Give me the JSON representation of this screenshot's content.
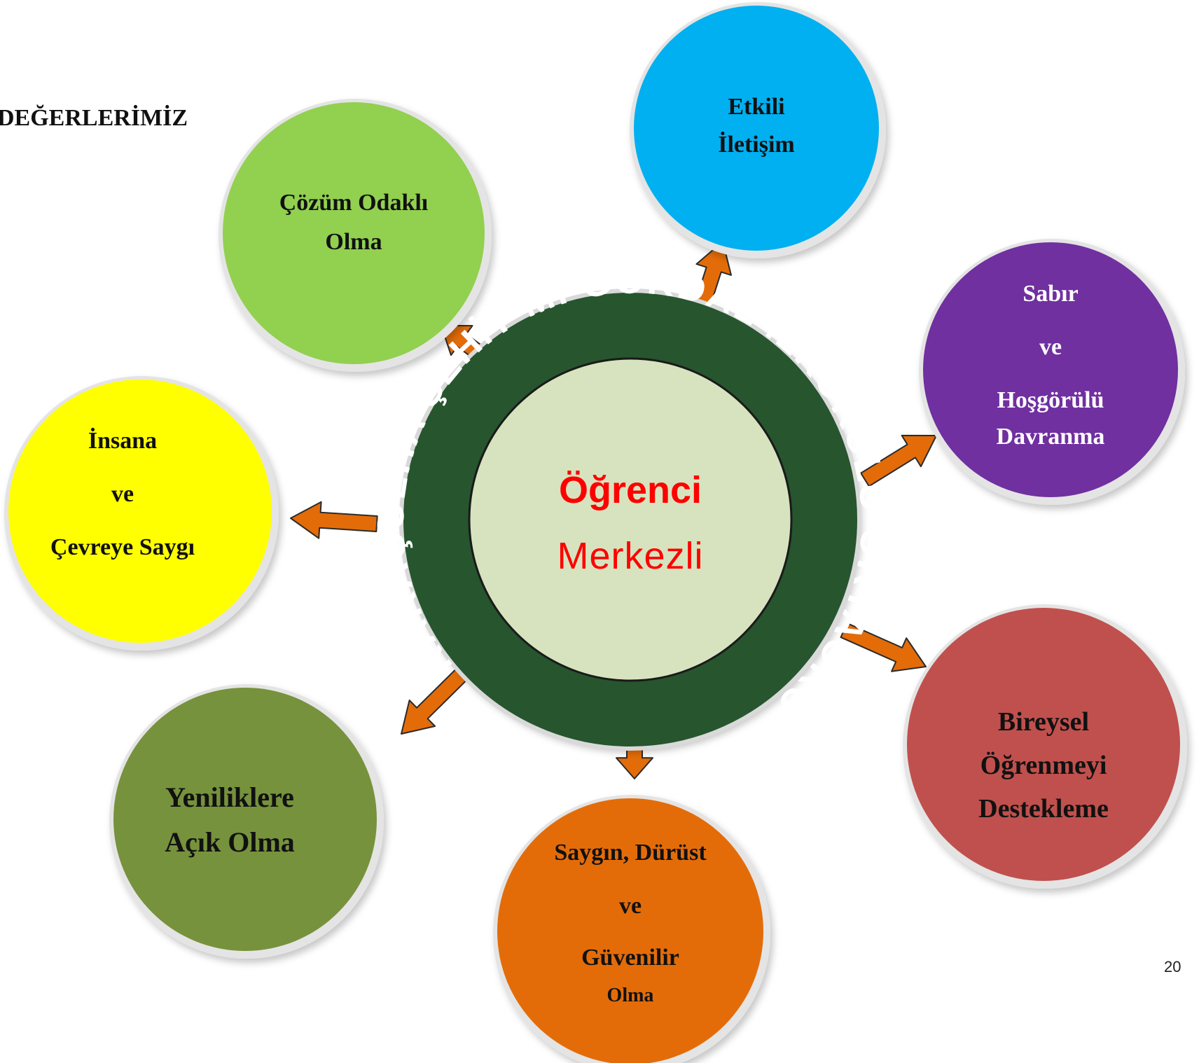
{
  "heading": "DEĞERLERİMİZ",
  "page_number": "20",
  "center": {
    "ring_text": "KARAÇULHA ŞEHİT M. GÖKDAL İLKOKULU ORTAOKULU",
    "line1": "Öğrenci",
    "line2": "Merkezli",
    "colors": {
      "ring": "#27552E",
      "inner": "#D7E3BE",
      "text": "#FF0000",
      "ring_text": "#FFFFFF"
    }
  },
  "values": [
    {
      "id": "etkili-iletisim",
      "color": "#00B0F0",
      "lines": [
        "Etkili",
        "İletişim"
      ]
    },
    {
      "id": "cozum-odakli",
      "color": "#92D050",
      "lines": [
        "Çözüm Odaklı",
        "Olma"
      ]
    },
    {
      "id": "sabir-hosgoru",
      "color": "#7030A0",
      "text_color": "#FFFFFF",
      "lines": [
        "Sabır",
        "ve",
        "Hoşgörülü",
        "Davranma"
      ]
    },
    {
      "id": "insana-cevreye-saygi",
      "color": "#FFFF00",
      "lines": [
        "İnsana",
        "ve",
        "Çevreye  Saygı"
      ]
    },
    {
      "id": "bireysel-ogrenme",
      "color": "#C0504D",
      "lines": [
        "Bireysel",
        "Öğrenmeyi",
        "Destekleme"
      ]
    },
    {
      "id": "yeniliklere-acik",
      "color": "#76923C",
      "lines": [
        "Yeniliklere",
        "Açık Olma"
      ]
    },
    {
      "id": "saygin-durust-guvenilir",
      "color": "#E36C09",
      "lines": [
        "Saygın, Dürüst",
        "ve",
        "Güvenilir",
        "Olma"
      ]
    }
  ],
  "arrow_color": "#E36C09"
}
